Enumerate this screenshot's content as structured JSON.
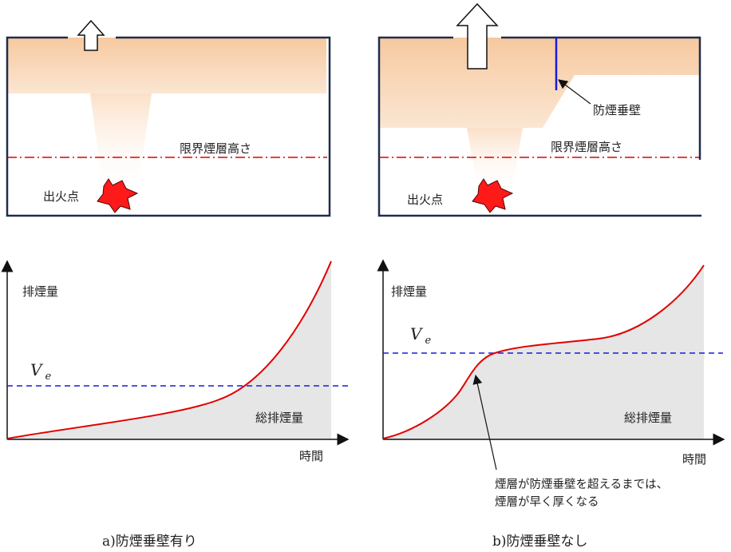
{
  "colors": {
    "wall": "#1f2d4d",
    "smoke": "#f6c9a0",
    "fire": "#ff1a1a",
    "critical_line": "#e00000",
    "ve_line": "#1a1adb",
    "curve": "#e00000",
    "fill_area": "#e6e6e6",
    "curtain": "#1a1adb"
  },
  "panel_a": {
    "critical_height_label": "限界煙層高さ",
    "fire_label": "出火点",
    "y_axis_label": "排煙量",
    "x_axis_label": "時間",
    "ve_symbol": "V",
    "ve_subscript": "e",
    "area_label": "総排煙量",
    "caption": "a)防煙垂壁有り"
  },
  "panel_b": {
    "curtain_label": "防煙垂壁",
    "critical_height_label": "限界煙層高さ",
    "fire_label": "出火点",
    "y_axis_label": "排煙量",
    "x_axis_label": "時間",
    "ve_symbol": "V",
    "ve_subscript": "e",
    "area_label": "総排煙量",
    "annotation_line1": "煙層が防煙垂壁を超えるまでは、",
    "annotation_line2": "煙層が早く厚くなる",
    "caption": "b)防煙垂壁なし"
  }
}
